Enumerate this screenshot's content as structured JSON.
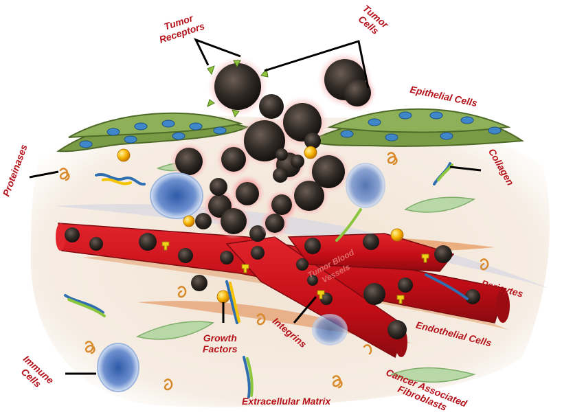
{
  "labels": {
    "tumor_receptors": [
      "Tumor",
      "Receptors"
    ],
    "tumor_cells": [
      "Tumor",
      "Cells"
    ],
    "epithelial_cells": "Epithelial Cells",
    "proteinases": "Proteinases",
    "collagen": "Collagen",
    "tumor_blood_vessels": [
      "Tumor Blood",
      "Vessels"
    ],
    "pericytes": "Pericytes",
    "growth_factors": [
      "Growth",
      "Factors"
    ],
    "integrins": "Integrins",
    "endothelial_cells": "Endothelial Cells",
    "immune_cells": [
      "Immune",
      "Cells"
    ],
    "cancer_associated_fibroblasts": [
      "Cancer Associated",
      "Fibroblasts"
    ],
    "extracellular_matrix": "Extracellular Matrix"
  },
  "colors": {
    "label_text": "#b5121b",
    "tumor_cell": "#2b2622",
    "tumor_glow": "#f08a8a",
    "vessel": "#c8101a",
    "epithelium": "#6e8e3a",
    "epithelial_nucleus": "#3f87c9",
    "matrix_background": "#f3e8dc",
    "growth_factor": "#f5b400",
    "integrin": "#f2d21a"
  }
}
